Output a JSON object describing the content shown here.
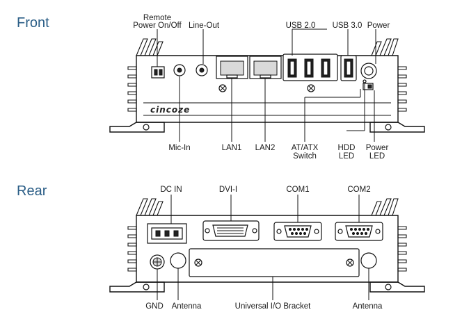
{
  "front": {
    "title": "Front",
    "brand_logo": "cincoze",
    "labels": {
      "remote_power": [
        "Remote",
        "Power On/Off"
      ],
      "line_out": "Line-Out",
      "usb20": "USB 2.0",
      "usb30": "USB 3.0",
      "power": "Power",
      "mic_in": "Mic-In",
      "lan1": "LAN1",
      "lan2": "LAN2",
      "at_atx": [
        "AT/ATX",
        "Switch"
      ],
      "hdd_led": [
        "HDD",
        "LED"
      ],
      "power_led": [
        "Power",
        "LED"
      ]
    }
  },
  "rear": {
    "title": "Rear",
    "labels": {
      "dc_in": "DC IN",
      "dvi": "DVI-I",
      "com1": "COM1",
      "com2": "COM2",
      "gnd": "GND",
      "antenna_left": "Antenna",
      "universal_io": "Universal I/O Bracket",
      "antenna_right": "Antenna"
    }
  },
  "icons": [
    "heatsink-fins",
    "rj45-port",
    "usb-port",
    "audio-jack",
    "dvi-connector",
    "db9-connector",
    "screw"
  ]
}
